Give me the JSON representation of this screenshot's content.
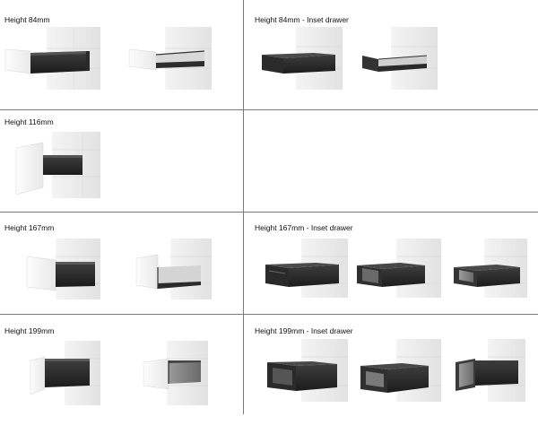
{
  "sections": {
    "h84": {
      "label": "Height 84mm"
    },
    "h84_inset": {
      "label": "Height 84mm - Inset drawer"
    },
    "h116": {
      "label": "Height 116mm"
    },
    "h167": {
      "label": "Height 167mm"
    },
    "h167_inset": {
      "label": "Height 167mm - Inset drawer"
    },
    "h199": {
      "label": "Height 199mm"
    },
    "h199_inset": {
      "label": "Height 199mm - Inset drawer"
    }
  }
}
